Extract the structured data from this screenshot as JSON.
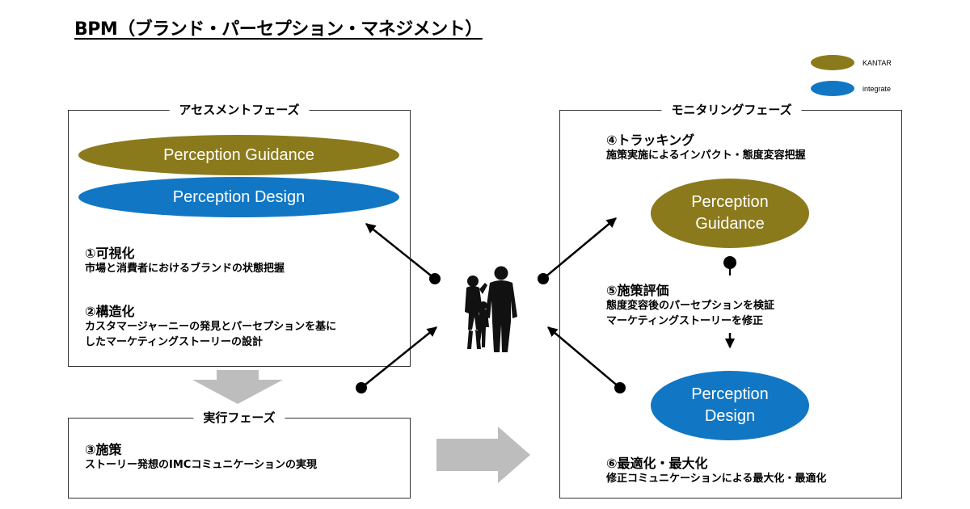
{
  "title": "BPM（ブランド・パーセプション・マネジメント）",
  "colors": {
    "kantar": "#8B7A1C",
    "integrate": "#1177C4",
    "arrow_gray": "#BDBDBD",
    "line": "#000000"
  },
  "legend": [
    {
      "label": "KANTAR",
      "color_key": "kantar"
    },
    {
      "label": "integrate",
      "color_key": "integrate"
    }
  ],
  "assessment": {
    "phase_label": "アセスメントフェーズ",
    "ellipses": [
      {
        "label": "Perception Guidance",
        "owner": "KANTAR"
      },
      {
        "label": "Perception Design",
        "owner": "integrate"
      }
    ],
    "steps": [
      {
        "heading": "①可視化",
        "lines": [
          "市場と消費者におけるブランドの状態把握"
        ]
      },
      {
        "heading": "②構造化",
        "lines": [
          "カスタマージャーニーの発見とパーセプションを基に",
          "したマーケティングストーリーの設計"
        ]
      }
    ]
  },
  "execution": {
    "phase_label": "実行フェーズ",
    "steps": [
      {
        "heading": "③施策",
        "lines": [
          "ストーリー発想のIMCコミュニケーションの実現"
        ]
      }
    ]
  },
  "monitoring": {
    "phase_label": "モニタリングフェーズ",
    "steps": [
      {
        "heading": "④トラッキング",
        "lines": [
          "施策実施によるインパクト・態度変容把握"
        ]
      },
      {
        "heading": "⑤施策評価",
        "lines": [
          "態度変容後のパーセプションを検証",
          "マーケティングストーリーを修正"
        ]
      },
      {
        "heading": "⑥最適化・最大化",
        "lines": [
          "修正コミュニケーションによる最大化・最適化"
        ]
      }
    ],
    "ellipses": [
      {
        "label_lines": [
          "Perception",
          "Guidance"
        ],
        "owner": "KANTAR"
      },
      {
        "label_lines": [
          "Perception",
          "Design"
        ],
        "owner": "integrate"
      }
    ]
  },
  "center": {
    "icon": "people-silhouette-icon"
  }
}
